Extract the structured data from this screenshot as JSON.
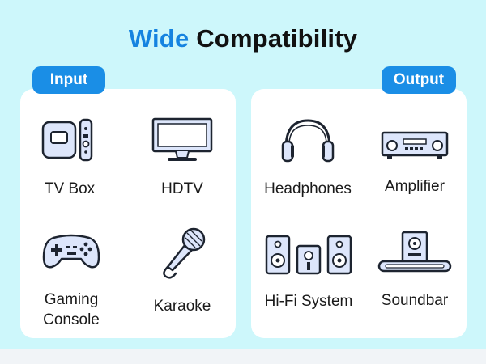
{
  "title": {
    "accent": "Wide",
    "rest": "Compatibility"
  },
  "tabs": {
    "input": "Input",
    "output": "Output"
  },
  "input_devices": [
    {
      "label": "TV Box",
      "icon": "tv-box-icon"
    },
    {
      "label": "HDTV",
      "icon": "hdtv-icon"
    },
    {
      "label": "Gaming Console",
      "icon": "gamepad-icon"
    },
    {
      "label": "Karaoke",
      "icon": "microphone-icon"
    }
  ],
  "output_devices": [
    {
      "label": "Headphones",
      "icon": "headphones-icon"
    },
    {
      "label": "Amplifier",
      "icon": "amplifier-icon"
    },
    {
      "label": "Hi-Fi System",
      "icon": "speakers-icon"
    },
    {
      "label": "Soundbar",
      "icon": "soundbar-icon"
    }
  ],
  "colors": {
    "background": "#cdf7fb",
    "accent": "#1583e0",
    "tab": "#1a8ee6",
    "icon_fill": "#dde6fb",
    "icon_stroke": "#1d2430"
  }
}
